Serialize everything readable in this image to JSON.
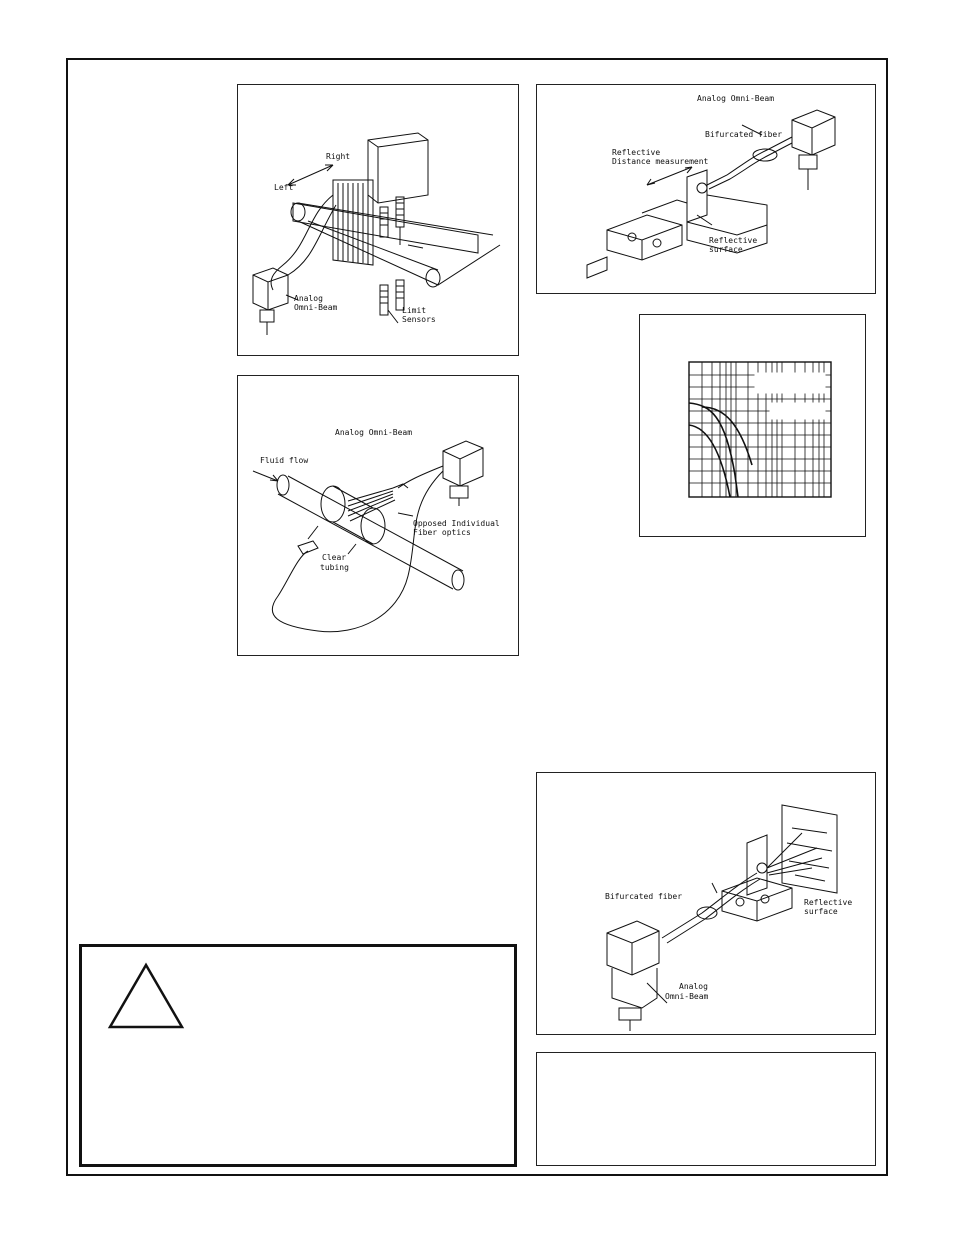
{
  "figures": {
    "conveyor": {
      "label_right": "Right",
      "label_left": "Left",
      "label_sensor_line1": "Analog",
      "label_sensor_line2": "Omni-Beam",
      "label_limit_line1": "Limit",
      "label_limit_line2": "Sensors"
    },
    "reflective_distance": {
      "label_sensor": "Analog Omni-Beam",
      "label_fiber": "Bifurcated fiber",
      "label_measure_line1": "Reflective",
      "label_measure_line2": "Distance measurement",
      "label_surface_line1": "Reflective",
      "label_surface_line2": "surface"
    },
    "fluid_flow": {
      "label_sensor": "Analog Omni-Beam",
      "label_flow": "Fluid flow",
      "label_optics_line1": "Opposed Individual",
      "label_optics_line2": "Fiber optics",
      "label_tubing_line1": "Clear",
      "label_tubing_line2": "tubing"
    },
    "surface_reflect": {
      "label_fiber": "Bifurcated fiber",
      "label_surface_line1": "Reflective",
      "label_surface_line2": "surface",
      "label_sensor_line1": "Analog",
      "label_sensor_line2": "Omni-Beam"
    }
  },
  "warning": {
    "icon": "warning-triangle-icon"
  },
  "colors": {
    "line": "#111111",
    "background": "#ffffff"
  }
}
